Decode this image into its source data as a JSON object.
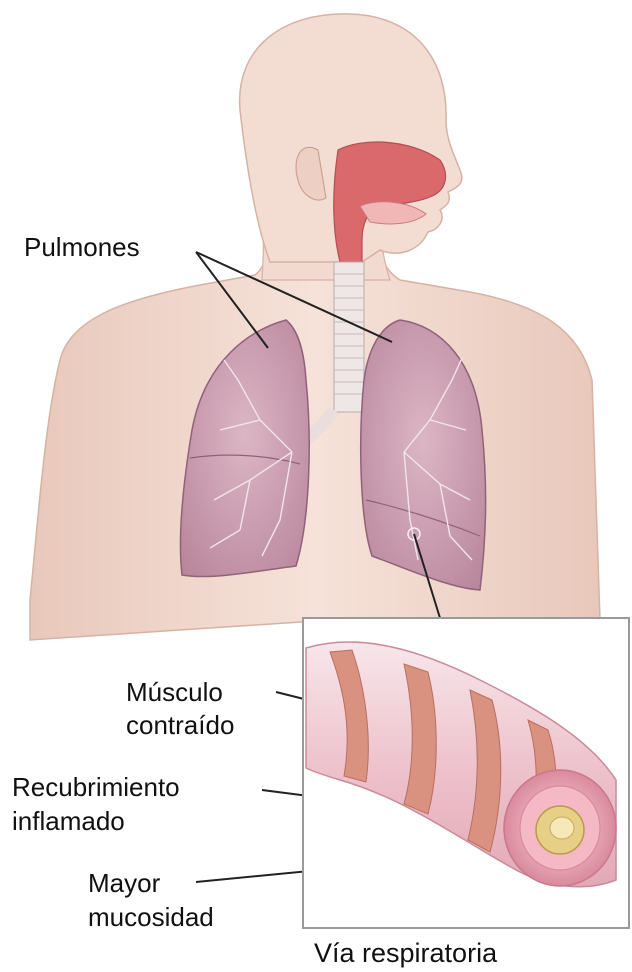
{
  "labels": {
    "lungs": "Pulmones",
    "muscle_line1": "Músculo",
    "muscle_line2": "contraído",
    "lining_line1": "Recubrimiento",
    "lining_line2": "inflamado",
    "mucus_line1": "Mayor",
    "mucus_line2": "mucosidad",
    "airway_caption": "Vía respiratoria"
  },
  "colors": {
    "skin": "#f3dcd2",
    "skin_shadow": "#e6c3b6",
    "lung": "#c89aae",
    "lung_dark": "#a9768d",
    "mouth_cavity": "#d86a6a",
    "trachea": "#ece4e4",
    "airway_tissue": "#f0c7cf",
    "muscle_band": "#d9927f",
    "mucus": "#e7cf86",
    "inset_border": "#9a9a9a",
    "leader_line": "#222222"
  },
  "icons": {
    "figure": "human-torso-illustration",
    "inset": "airway-cross-section-illustration"
  }
}
